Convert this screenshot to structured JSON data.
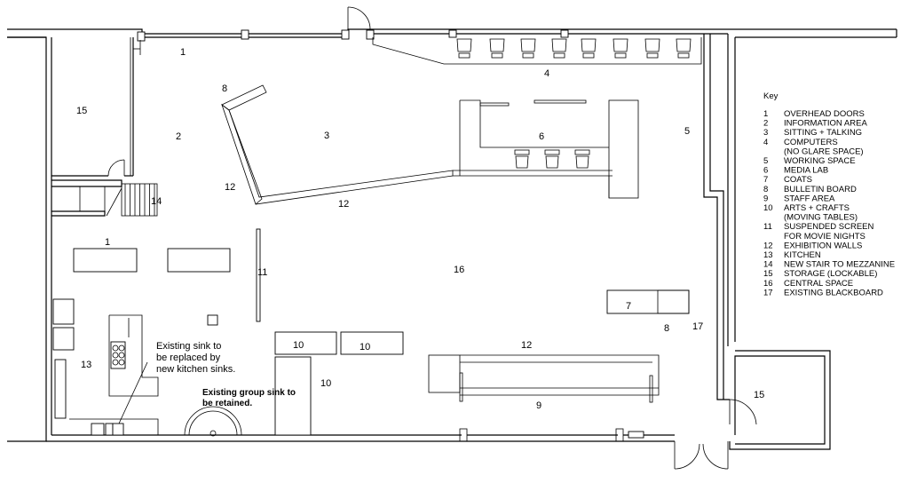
{
  "key": {
    "title": "Key",
    "items": [
      {
        "num": "1",
        "text": "OVERHEAD DOORS"
      },
      {
        "num": "2",
        "text": "INFORMATION AREA"
      },
      {
        "num": "3",
        "text": "SITTING + TALKING"
      },
      {
        "num": "4",
        "text": "COMPUTERS"
      },
      {
        "num": "",
        "text": "(NO GLARE SPACE)"
      },
      {
        "num": "5",
        "text": "WORKING SPACE"
      },
      {
        "num": "6",
        "text": "MEDIA LAB"
      },
      {
        "num": "7",
        "text": "COATS"
      },
      {
        "num": "8",
        "text": "BULLETIN BOARD"
      },
      {
        "num": "9",
        "text": "STAFF AREA"
      },
      {
        "num": "10",
        "text": "ARTS + CRAFTS"
      },
      {
        "num": "",
        "text": "(MOVING TABLES)"
      },
      {
        "num": "11",
        "text": "SUSPENDED SCREEN"
      },
      {
        "num": "",
        "text": "FOR MOVIE NIGHTS"
      },
      {
        "num": "12",
        "text": "EXHIBITION WALLS"
      },
      {
        "num": "13",
        "text": "KITCHEN"
      },
      {
        "num": "14",
        "text": "NEW STAIR TO MEZZANINE"
      },
      {
        "num": "15",
        "text": "STORAGE (LOCKABLE)"
      },
      {
        "num": "16",
        "text": "CENTRAL SPACE"
      },
      {
        "num": "17",
        "text": "EXISTING BLACKBOARD"
      }
    ]
  },
  "labels": {
    "l1_top": "1",
    "l1_mid": "1",
    "l2": "2",
    "l3": "3",
    "l4": "4",
    "l5": "5",
    "l6": "6",
    "l7": "7",
    "l8_top": "8",
    "l8_right": "8",
    "l9": "9",
    "l10_a": "10",
    "l10_b": "10",
    "l10_c": "10",
    "l11": "11",
    "l12_left": "12",
    "l12_mid": "12",
    "l12_low": "12",
    "l13": "13",
    "l14": "14",
    "l15_left": "15",
    "l15_right": "15",
    "l16": "16",
    "l17": "17"
  },
  "notes": {
    "sink_line1": "Existing sink to",
    "sink_line2": "be replaced by",
    "sink_line3": "new kitchen sinks.",
    "group_line1": "Existing group sink to",
    "group_line2": "be retained."
  }
}
